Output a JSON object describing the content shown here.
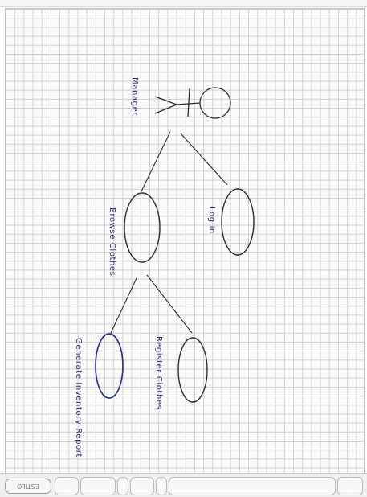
{
  "diagram": {
    "actor_label": "Manager",
    "use_cases": {
      "browse": "Browse Clothes",
      "login": "Log in",
      "generate": "Generate Inventory Report",
      "register": "Register Clothes"
    }
  },
  "footer": {
    "brand": "ESTILO"
  }
}
